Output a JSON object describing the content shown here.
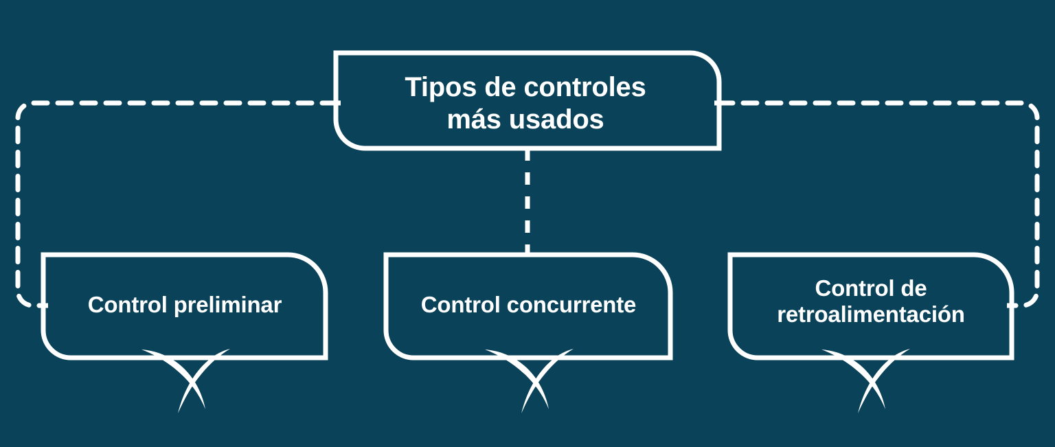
{
  "diagram": {
    "kind": "hierarchy-speech-bubble-diagram",
    "background_color": "#0a4359",
    "line_color": "#ffffff",
    "text_color": "#ffffff",
    "title_node": {
      "text": "Tipos de controles\nmás usados",
      "line1": "Tipos de controles",
      "line2": "más usados"
    },
    "connectors": {
      "style": "dashed",
      "description": "Dashed bracket from title box left and right edges down to the outer cards, plus a vertical dashed line from the title box bottom to the middle card."
    },
    "cards": [
      {
        "id": "control-preliminar",
        "text": "Control preliminar",
        "position": "left"
      },
      {
        "id": "control-concurrente",
        "text": "Control concurrente",
        "position": "center"
      },
      {
        "id": "control-de-retroalimentacion",
        "text": "Control de\nretroalimentación",
        "position": "right"
      }
    ]
  }
}
